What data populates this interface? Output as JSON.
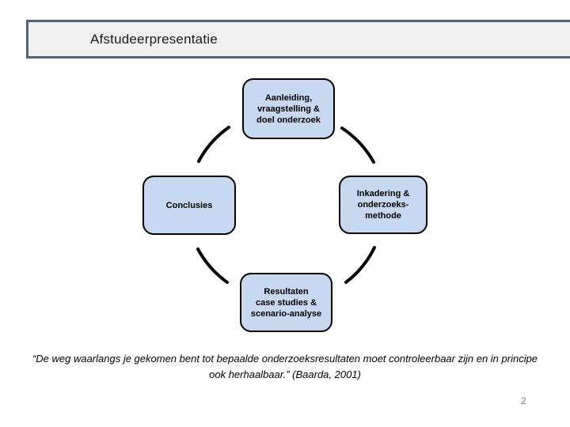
{
  "slide": {
    "title": "Afstudeerpresentatie",
    "page_number": "2",
    "quote": "“De weg waarlangs je gekomen bent tot bepaalde onderzoeksresultaten moet controleerbaar zijn en in principe\nook herhaalbaar.” (Baarda, 2001)"
  },
  "diagram": {
    "type": "cycle",
    "nodes": [
      {
        "position": "top",
        "label": "Aanleiding,\nvraagstelling &\ndoel onderzoek"
      },
      {
        "position": "right",
        "label": "Inkadering &\nonderzoeks-\nmethode"
      },
      {
        "position": "bottom",
        "label": "Resultaten\ncase studies &\nscenario-analyse"
      },
      {
        "position": "left",
        "label": "Conclusies"
      }
    ],
    "connectors": "four clockwise circular arcs between the nodes"
  },
  "colors": {
    "node_fill": "#c6d9f1",
    "node_border": "#000000",
    "title_bar_border": "#48648c",
    "title_bar_fill": "#f0f0f1",
    "arc_stroke": "#000000",
    "page_number": "#808080",
    "background": "#ffffff"
  }
}
